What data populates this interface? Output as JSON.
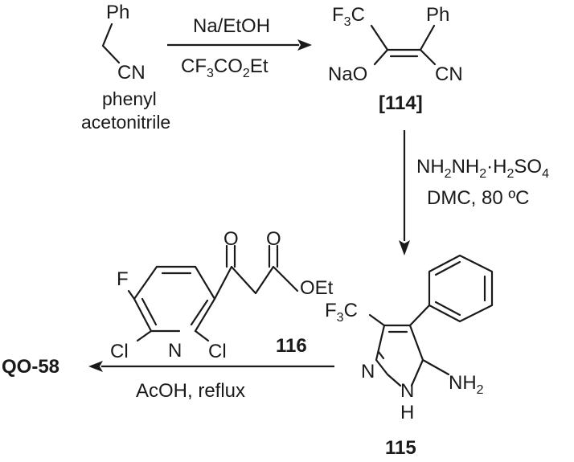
{
  "reactants": {
    "phenylacetonitrile": {
      "ph": "Ph",
      "cn": "CN",
      "name_line1": "phenyl",
      "name_line2": "acetonitrile"
    }
  },
  "step1": {
    "reagent_top": "Na/EtOH",
    "reagent_bottom_a": "CF",
    "reagent_bottom_sub1": "3",
    "reagent_bottom_b": "CO",
    "reagent_bottom_sub2": "2",
    "reagent_bottom_c": "Et"
  },
  "intermediate_114": {
    "f3c_a": "F",
    "f3c_sub": "3",
    "f3c_b": "C",
    "ph": "Ph",
    "nao": "NaO",
    "cn": "CN",
    "label_open": "[",
    "label_num": "114",
    "label_close": "]"
  },
  "step2": {
    "reagent_line1_parts": [
      "NH",
      "2",
      "NH",
      "2",
      "·H",
      "2",
      "SO",
      "4"
    ],
    "reagent_line2": "DMC, 80 ºC"
  },
  "compound_116": {
    "f": "F",
    "cl_left": "Cl",
    "n": "N",
    "cl_right": "Cl",
    "oet": "OEt",
    "o1": "O",
    "o2": "O",
    "label": "116"
  },
  "compound_115": {
    "f3c_a": "F",
    "f3c_sub": "3",
    "f3c_b": "C",
    "n_ring": "N",
    "nh_n": "N",
    "nh_h": "H",
    "nh2_a": "NH",
    "nh2_sub": "2",
    "label": "115"
  },
  "step3": {
    "product": "QO-58",
    "conditions": "AcOH, reflux"
  }
}
